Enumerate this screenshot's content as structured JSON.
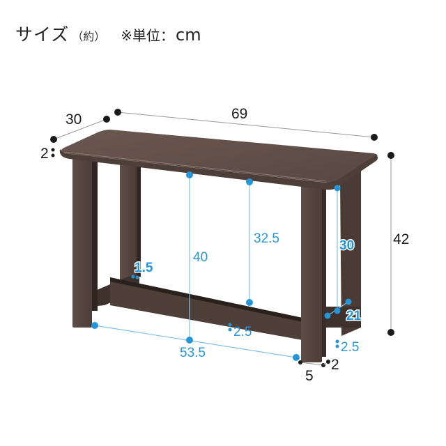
{
  "header": {
    "title": "サイズ",
    "approx": "（約）",
    "unit_label": "※単位：",
    "unit": "cm"
  },
  "colors": {
    "wood": "#5a4a44",
    "wood_dark": "#3d312d",
    "wood_light": "#6e5c55",
    "dimension_black": "#1a1a1a",
    "dimension_blue": "#2596d8",
    "background": "#ffffff"
  },
  "dimensions": {
    "outer": {
      "depth": "30",
      "width": "69",
      "height": "42",
      "top_thickness": "2",
      "leg_width": "5",
      "leg_depth": "2"
    },
    "inner": {
      "under_top_height": "40",
      "under_frame_height": "32.5",
      "side_opening_height": "30",
      "side_opening_depth": "21",
      "inner_leg_gap": "53.5",
      "stretcher_gap_front": "2.5",
      "stretcher_gap_side": "2.5",
      "stretcher_inset": "1.5"
    }
  }
}
